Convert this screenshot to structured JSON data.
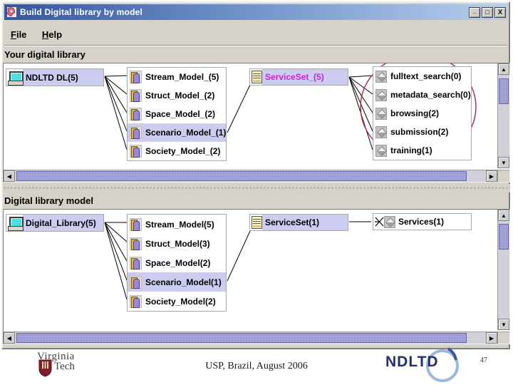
{
  "window": {
    "title": "Build Digital library by model",
    "controls": {
      "minimize": "_",
      "maximize": "□",
      "close": "X"
    },
    "menu": [
      "File",
      "Help"
    ]
  },
  "top_panel": {
    "section_title": "Your digital library",
    "root": {
      "label": "NDLTD DL(5)",
      "icon": "computer-icon"
    },
    "models": [
      {
        "label": "Stream_Model_(5)",
        "selected": false
      },
      {
        "label": "Struct_Model_(2)",
        "selected": false
      },
      {
        "label": "Space_Model_(2)",
        "selected": false
      },
      {
        "label": "Scenario_Model_(1)",
        "selected": true
      },
      {
        "label": "Society_Model_(2)",
        "selected": false
      }
    ],
    "serviceset": {
      "label": "ServiceSet_(5)",
      "text_color": "#cc22cc",
      "icon": "note-icon"
    },
    "services": [
      {
        "label": "fulltext_search(0)"
      },
      {
        "label": "metadata_search(0)"
      },
      {
        "label": "browsing(2)"
      },
      {
        "label": "submission(2)"
      },
      {
        "label": "training(1)"
      }
    ],
    "annotation": {
      "shape": "red-ellipse",
      "color": "#b03345"
    }
  },
  "bottom_panel": {
    "section_title": "Digital library model",
    "root": {
      "label": "Digital_Library(5)",
      "icon": "computer-icon"
    },
    "models": [
      {
        "label": "Stream_Model(5)",
        "selected": false
      },
      {
        "label": "Struct_Model(3)",
        "selected": false
      },
      {
        "label": "Space_Model(2)",
        "selected": false
      },
      {
        "label": "Scenario_Model(1)",
        "selected": true
      },
      {
        "label": "Society_Model(2)",
        "selected": false
      }
    ],
    "serviceset": {
      "label": "ServiceSet(1)",
      "icon": "note-icon"
    },
    "services": [
      {
        "label": "Services(1)"
      }
    ]
  },
  "footer": {
    "vt_logo": {
      "line1": "Virginia",
      "line2": "Tech"
    },
    "caption": "USP, Brazil, August 2006",
    "ndltd_logo": "NDLTD",
    "page_number": "47"
  },
  "colors": {
    "selection": "#ccccf0",
    "serviceset_top_text": "#cc22cc",
    "annotation": "#b03345",
    "scrollbar_thumb": "#a2a2d8",
    "titlebar_start": "#35569c",
    "titlebar_end": "#b6cfee",
    "window_gray": "#d6d2ca"
  }
}
